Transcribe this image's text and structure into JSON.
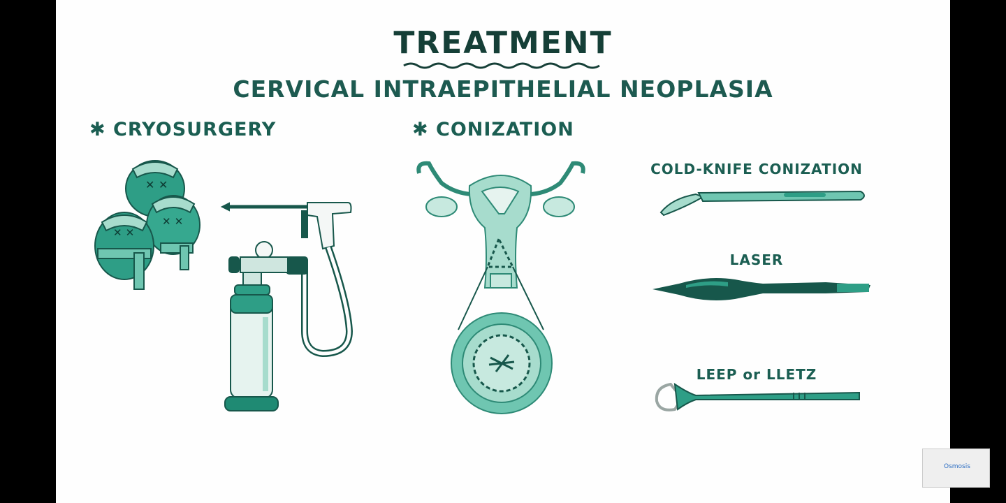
{
  "slide": {
    "title": "TREATMENT",
    "subtitle": "CERVICAL INTRAEPITHELIAL NEOPLASIA",
    "sections": [
      {
        "label": "✱ CRYOSURGERY"
      },
      {
        "label": "✱ CONIZATION"
      }
    ],
    "tools": [
      {
        "label": "COLD-KNIFE CONIZATION"
      },
      {
        "label": "LASER"
      },
      {
        "label": "LEEP or LLETZ"
      }
    ]
  },
  "watermark": {
    "text": "Osmosis"
  },
  "colors": {
    "ink": "#1b5e52",
    "teal": "#2e9e86",
    "teal_light": "#a7dccd",
    "teal_dark": "#17574b",
    "background": "#fefefe"
  },
  "icons": [
    "frozen-cell-icon",
    "cryoprobe-icon",
    "uterus-icon",
    "scalpel-icon",
    "laser-icon",
    "leep-loop-icon"
  ]
}
